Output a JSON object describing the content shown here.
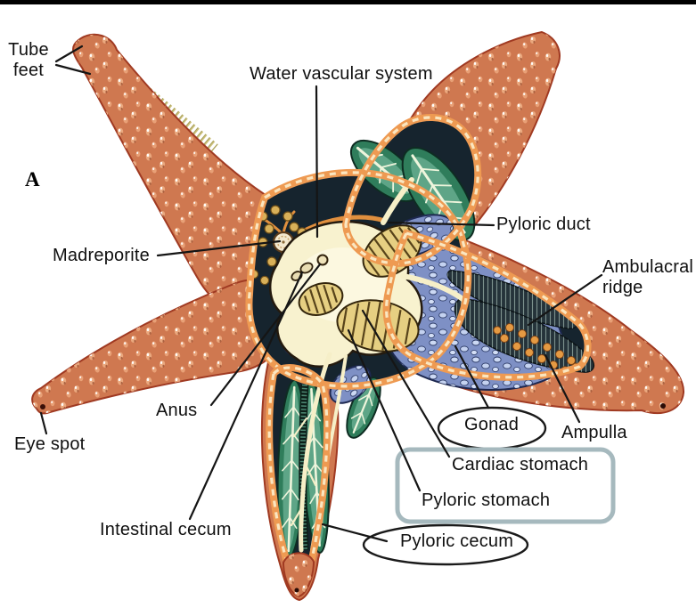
{
  "figure": {
    "panel_label": "A"
  },
  "labels": {
    "tube_feet": "Tube feet",
    "water_vascular_system": "Water vascular system",
    "madreporite": "Madreporite",
    "pyloric_duct": "Pyloric duct",
    "ambulacral_ridge": "Ambulacral ridge",
    "anus": "Anus",
    "eye_spot": "Eye spot",
    "gonad": "Gonad",
    "ampulla": "Ampulla",
    "cardiac_stomach": "Cardiac stomach",
    "pyloric_stomach": "Pyloric stomach",
    "pyloric_cecum": "Pyloric cecum",
    "intestinal_cecum": "Intestinal cecum"
  },
  "annotations": {
    "circled_labels": [
      "Gonad",
      "Pyloric cecum"
    ],
    "boxed_labels": [
      "Cardiac stomach",
      "Pyloric stomach"
    ]
  },
  "colors": {
    "background": "#ffffff",
    "top_bar": "#000000",
    "label_text": "#101010",
    "leader_line": "#151515",
    "ellipse": "#1a1a1a",
    "annotation_box_border": "#a6b9be",
    "arm_orange": "#cf7850",
    "arm_edge": "#a03a22",
    "rim_orange": "#ee9a52",
    "rim_dash_cream": "#fae6c0",
    "cavity_dark": "#16242e",
    "ceca_green": "#2f7d5b",
    "ceca_green_light": "#6fb396",
    "vein_cream": "#eef5dc",
    "gonad_blue": "#7e90c5",
    "ridge_dark": "#25333a",
    "ampulla_orange": "#e59a43",
    "bead_yellow": "#d8b059",
    "stomach_cream": "#f8f2cf",
    "pouch_yellow": "#e6cf82"
  }
}
